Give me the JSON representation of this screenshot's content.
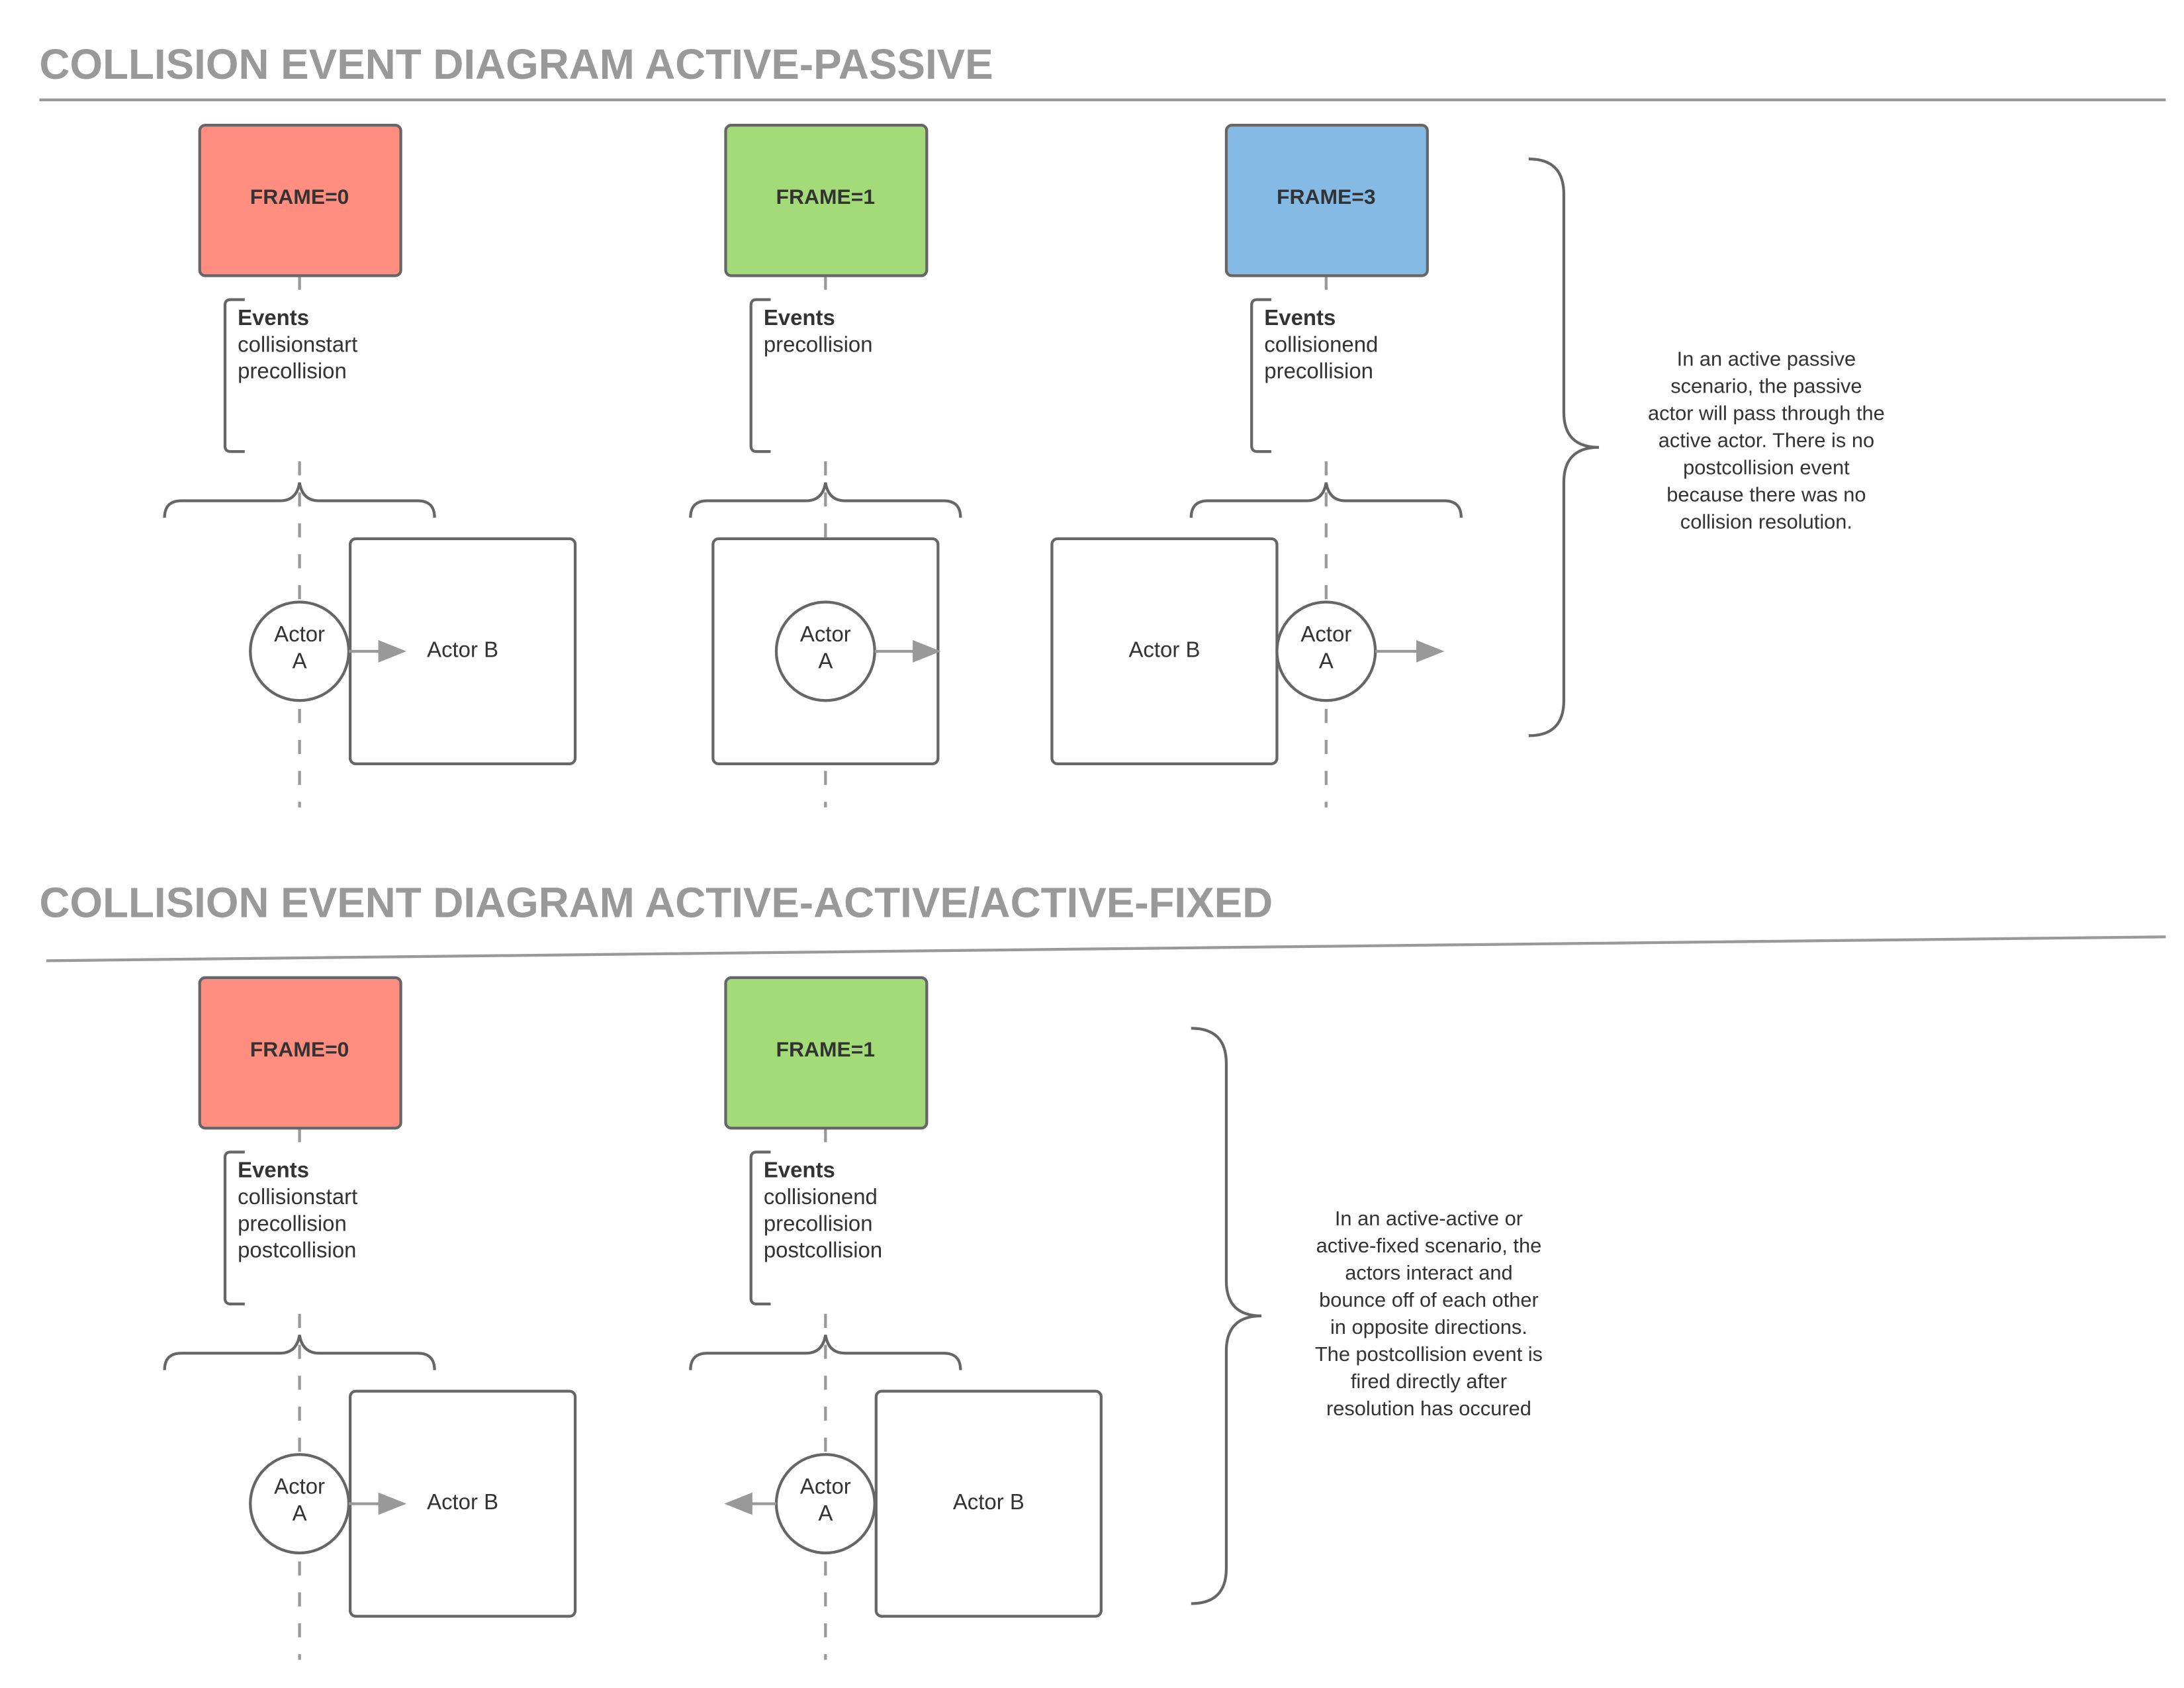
{
  "sections": [
    {
      "title": "COLLISION EVENT DIAGRAM ACTIVE-PASSIVE",
      "frames": [
        {
          "label": "FRAME=0",
          "color": "#ff8e80",
          "events_heading": "Events",
          "events": [
            "collisionstart",
            "precollision"
          ],
          "actor_a": [
            "Actor",
            "A"
          ],
          "actor_b": "Actor B",
          "scene": "approach",
          "arrow": "right"
        },
        {
          "label": "FRAME=1",
          "color": "#a3db78",
          "events_heading": "Events",
          "events": [
            "precollision"
          ],
          "actor_a": [
            "Actor",
            "A"
          ],
          "actor_b": "",
          "scene": "inside",
          "arrow": "right"
        },
        {
          "label": "FRAME=3",
          "color": "#84bae4",
          "events_heading": "Events",
          "events": [
            "collisionend",
            "precollision"
          ],
          "actor_a": [
            "Actor",
            "A"
          ],
          "actor_b": "Actor B",
          "scene": "passed",
          "arrow": "right"
        }
      ],
      "note": [
        "In an active passive",
        "scenario, the passive",
        "actor will pass through the",
        "active actor. There is no",
        "postcollision event",
        "because there was no",
        "collision resolution."
      ]
    },
    {
      "title": "COLLISION EVENT DIAGRAM ACTIVE-ACTIVE/ACTIVE-FIXED",
      "frames": [
        {
          "label": "FRAME=0",
          "color": "#ff8e80",
          "events_heading": "Events",
          "events": [
            "collisionstart",
            "precollision",
            "postcollision"
          ],
          "actor_a": [
            "Actor",
            "A"
          ],
          "actor_b": "Actor B",
          "scene": "approach",
          "arrow": "right"
        },
        {
          "label": "FRAME=1",
          "color": "#a3db78",
          "events_heading": "Events",
          "events": [
            "collisionend",
            "precollision",
            "postcollision"
          ],
          "actor_a": [
            "Actor",
            "A"
          ],
          "actor_b": "Actor B",
          "scene": "bounce",
          "arrow": "left"
        }
      ],
      "note": [
        "In an active-active or",
        "active-fixed scenario, the",
        "actors interact and",
        "bounce off of each other",
        "in opposite directions.",
        "The postcollision event is",
        "fired directly after",
        "resolution has occured"
      ]
    }
  ],
  "colors": {
    "stroke": "#666666",
    "guide": "#999999",
    "title": "#999999",
    "text": "#333333"
  }
}
